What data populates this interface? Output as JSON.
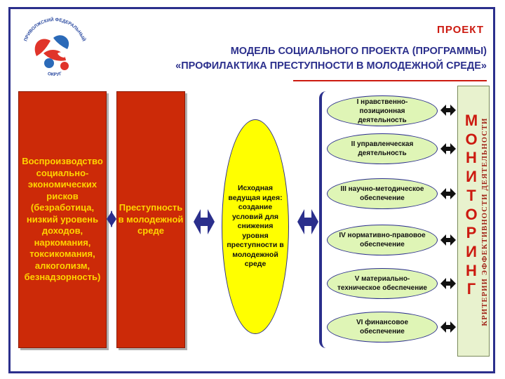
{
  "logo": {
    "top_text": "ПРИВОЛЖСКИЙ  ФЕДЕРАЛЬНЫЙ",
    "bottom_text": "ОКРУГ"
  },
  "header": {
    "project_label": "ПРОЕКТ",
    "title_line1": "МОДЕЛЬ СОЦИАЛЬНОГО ПРОЕКТА (ПРОГРАММЫ)",
    "title_line2": "«ПРОФИЛАКТИКА ПРЕСТУПНОСТИ В МОЛОДЕЖНОЙ СРЕДЕ»"
  },
  "boxes": {
    "reproduction": "Воспроизводство социально-экономических рисков (безработица, низкий уровень доходов, наркомания, токсикомания, алкоголизм, безнадзорность)",
    "crime": "Преступность в молодежной среде"
  },
  "core_idea": "Исходная ведущая идея: создание условий для снижения уровня преступности в молодежной среде",
  "activities": [
    "I нравственно-позиционная деятельность",
    "II управленческая деятельность",
    "III научно-методическое обеспечение",
    "IV нормативно-правовое обеспечение",
    "V материально-техническое обеспечение",
    "VI финансовое обеспечение"
  ],
  "monitoring": {
    "letters": [
      "М",
      "О",
      "Н",
      "И",
      "Т",
      "О",
      "Р",
      "И",
      "Н",
      "Г"
    ],
    "side_text": "КРИТЕРИИ ЭФФЕКТИВНОСТИ ДЕЯТЕЛЬНОСТИ"
  },
  "colors": {
    "frame": "#2b2f8c",
    "red_box": "#cc2a08",
    "red_box_text": "#ffd400",
    "core": "#ffff00",
    "activity": "#dff5b6",
    "title": "#2b2f8c",
    "accent": "#cc1a10"
  }
}
